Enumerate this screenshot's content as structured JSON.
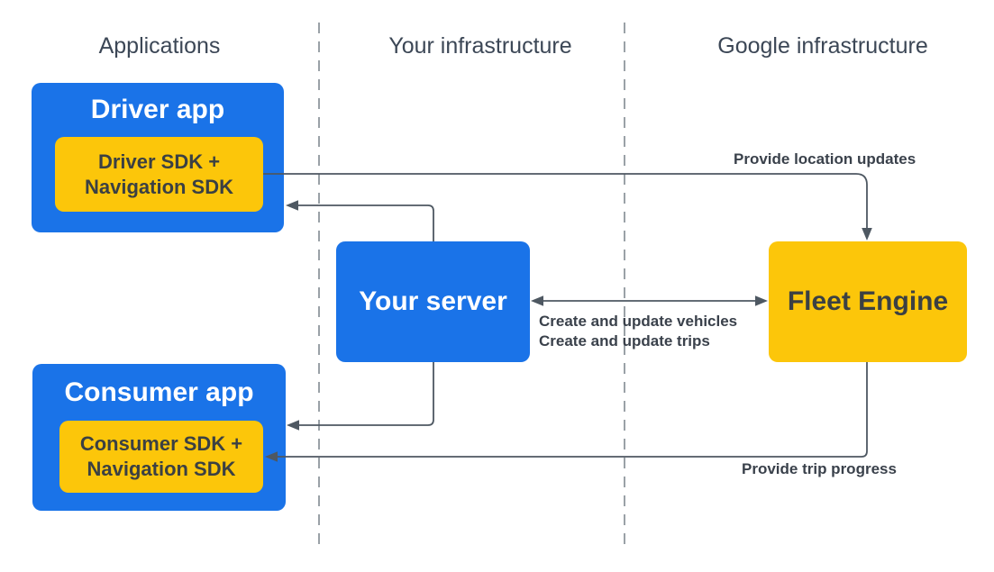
{
  "columns": [
    {
      "id": "applications",
      "label": "Applications"
    },
    {
      "id": "your-infrastructure",
      "label": "Your infrastructure"
    },
    {
      "id": "google-infrastructure",
      "label": "Google infrastructure"
    }
  ],
  "nodes": {
    "driver_app": {
      "title": "Driver app",
      "sdk": {
        "line1": "Driver SDK +",
        "line2": "Navigation SDK"
      }
    },
    "consumer_app": {
      "title": "Consumer app",
      "sdk": {
        "line1": "Consumer SDK +",
        "line2": "Navigation SDK"
      }
    },
    "your_server": {
      "title": "Your server"
    },
    "fleet_engine": {
      "title": "Fleet Engine"
    }
  },
  "edges": {
    "location_updates": {
      "label": "Provide location updates",
      "from": "Driver SDK + Navigation SDK",
      "to": "Fleet Engine"
    },
    "server_to_driver_app": {
      "from": "Your server",
      "to": "Driver app"
    },
    "server_fleet_sync": {
      "labels": [
        "Create and update vehicles",
        "Create and update trips"
      ],
      "from": "Your server",
      "to": "Fleet Engine",
      "bidirectional": true
    },
    "server_to_consumer_app": {
      "from": "Your server",
      "to": "Consumer app"
    },
    "trip_progress": {
      "label": "Provide trip progress",
      "from": "Fleet Engine",
      "to": "Consumer SDK + Navigation SDK"
    }
  },
  "colors": {
    "blue": "#1a73e8",
    "yellow": "#fcc60a",
    "box_dark_text": "#3b4043",
    "header_text": "#3c4756",
    "label_text": "#3a414b",
    "line": "#4e5862",
    "divider": "#9aa1a7",
    "canvas_bg": "#ffffff"
  }
}
